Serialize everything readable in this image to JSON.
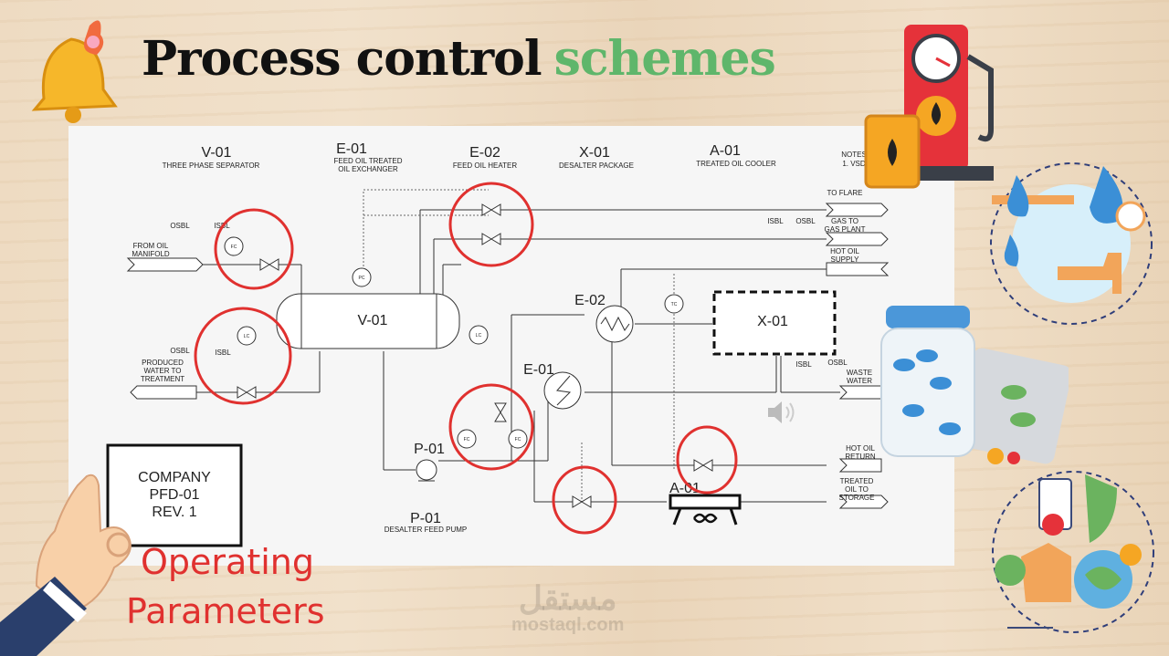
{
  "slide": {
    "title_main": "Process control",
    "title_accent": "schemes",
    "operating_line1": "Operating",
    "operating_line2": "Parameters",
    "watermark_ar": "مستقل",
    "watermark_en": "mostaql.com"
  },
  "diagram": {
    "equipment_headers": [
      {
        "tag": "V-01",
        "desc1": "THREE PHASE SEPARATOR",
        "desc2": ""
      },
      {
        "tag": "E-01",
        "desc1": "FEED OIL TREATED",
        "desc2": "OIL EXCHANGER"
      },
      {
        "tag": "E-02",
        "desc1": "FEED OIL HEATER",
        "desc2": ""
      },
      {
        "tag": "X-01",
        "desc1": "DESALTER PACKAGE",
        "desc2": ""
      },
      {
        "tag": "A-01",
        "desc1": "TREATED OIL COOLER",
        "desc2": ""
      }
    ],
    "notes": {
      "title": "NOTES",
      "item1": "1. VSD"
    },
    "streams": {
      "from_oil_1": "FROM OIL",
      "from_oil_2": "MANIFOLD",
      "produced_1": "PRODUCED",
      "produced_2": "WATER TO",
      "produced_3": "TREATMENT",
      "to_flare": "TO FLARE",
      "gas_1": "GAS TO",
      "gas_2": "GAS PLANT",
      "hot_supply_1": "HOT OIL",
      "hot_supply_2": "SUPPLY",
      "waste_1": "WASTE",
      "waste_2": "WATER",
      "hot_return_1": "HOT OIL",
      "hot_return_2": "RETURN",
      "treated_1": "TREATED",
      "treated_2": "OIL TO",
      "treated_3": "STORAGE"
    },
    "battery_limits": {
      "osbl": "OSBL",
      "isbl": "ISBL"
    },
    "instruments": {
      "fc": "FC",
      "lc": "LC",
      "pc": "PC",
      "tc": "TC"
    },
    "equipment_labels": {
      "v01": "V-01",
      "e01": "E-01",
      "e02": "E-02",
      "x01": "X-01",
      "p01": "P-01",
      "a01": "A-01"
    },
    "pump_footer": {
      "tag": "P-01",
      "desc": "DESALTER FEED PUMP"
    },
    "title_block": {
      "line1": "COMPANY",
      "line2": "PFD-01",
      "line3": "REV. 1"
    }
  },
  "colors": {
    "accent_green": "#5fb66b",
    "highlight_red": "#e0312f"
  }
}
